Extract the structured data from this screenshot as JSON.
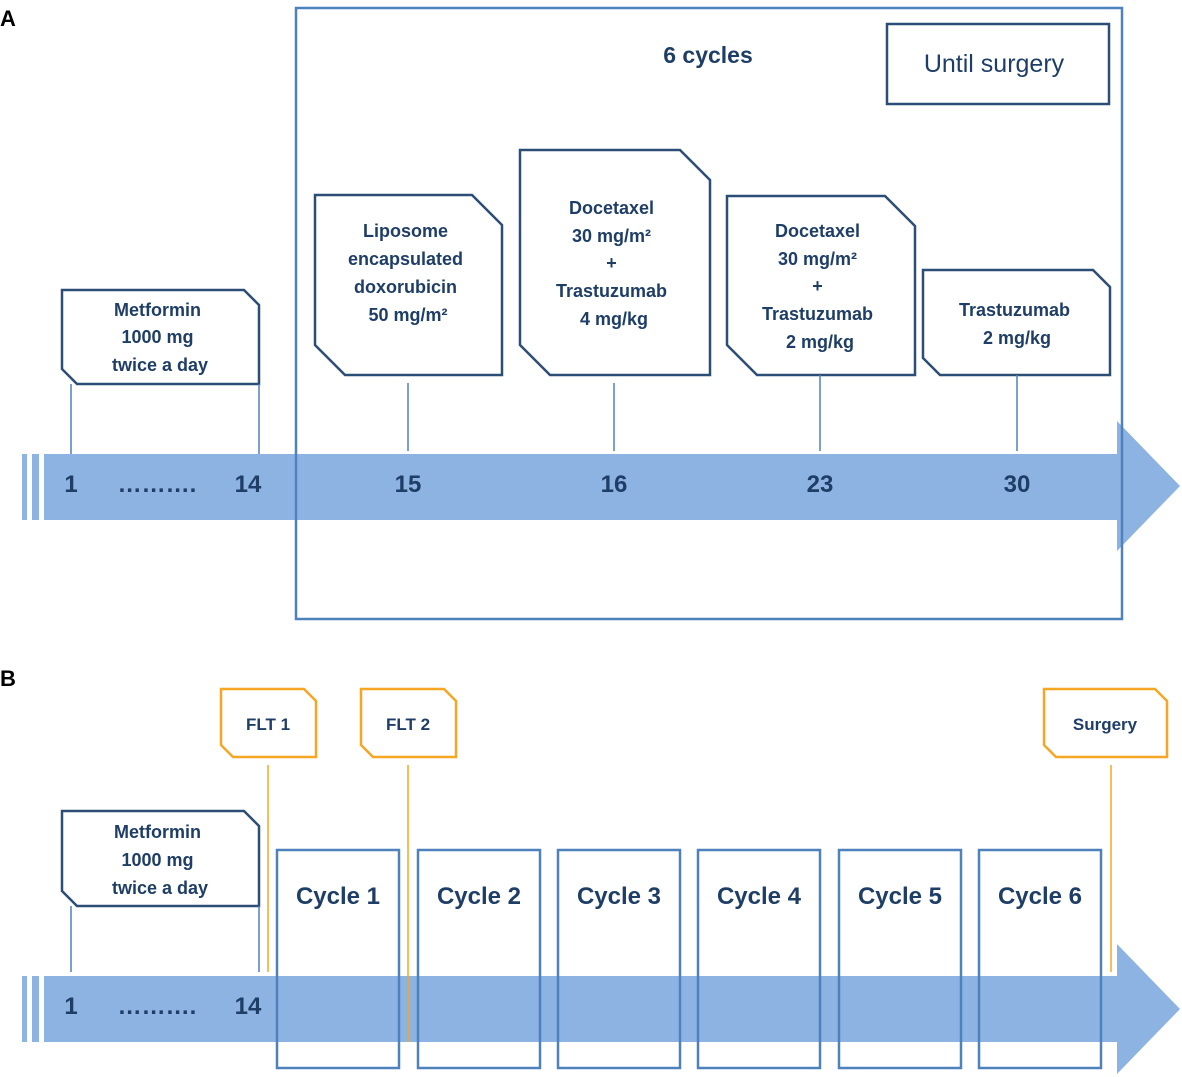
{
  "colors": {
    "arrow": "#8db3e2",
    "border": "#4f81bd",
    "dark_border": "#2c4d75",
    "text": "#1f3e66",
    "orange": "#f5a623"
  },
  "panel_a": {
    "label": "A",
    "cycles_label": "6 cycles",
    "until_label": "Until surgery",
    "metformin": [
      "Metformin",
      "1000 mg",
      "twice a day"
    ],
    "day15": [
      "Liposome",
      "encapsulated",
      "doxorubicin",
      "50 mg/m²"
    ],
    "day16": [
      "Docetaxel",
      "30 mg/m²",
      "+",
      "Trastuzumab",
      "4 mg/kg"
    ],
    "day23": [
      "Docetaxel",
      "30 mg/m²",
      "+",
      "Trastuzumab",
      "2 mg/kg"
    ],
    "day30": [
      "Trastuzumab",
      "2 mg/kg"
    ],
    "days": {
      "d1": "1",
      "dots": "……….",
      "d14": "14",
      "d15": "15",
      "d16": "16",
      "d23": "23",
      "d30": "30"
    }
  },
  "panel_b": {
    "label": "B",
    "flt1": "FLT 1",
    "flt2": "FLT 2",
    "surgery": "Surgery",
    "metformin": [
      "Metformin",
      "1000 mg",
      "twice a day"
    ],
    "cycles": [
      "Cycle 1",
      "Cycle 2",
      "Cycle 3",
      "Cycle 4",
      "Cycle 5",
      "Cycle 6"
    ],
    "days": {
      "d1": "1",
      "dots": "……….",
      "d14": "14"
    }
  }
}
